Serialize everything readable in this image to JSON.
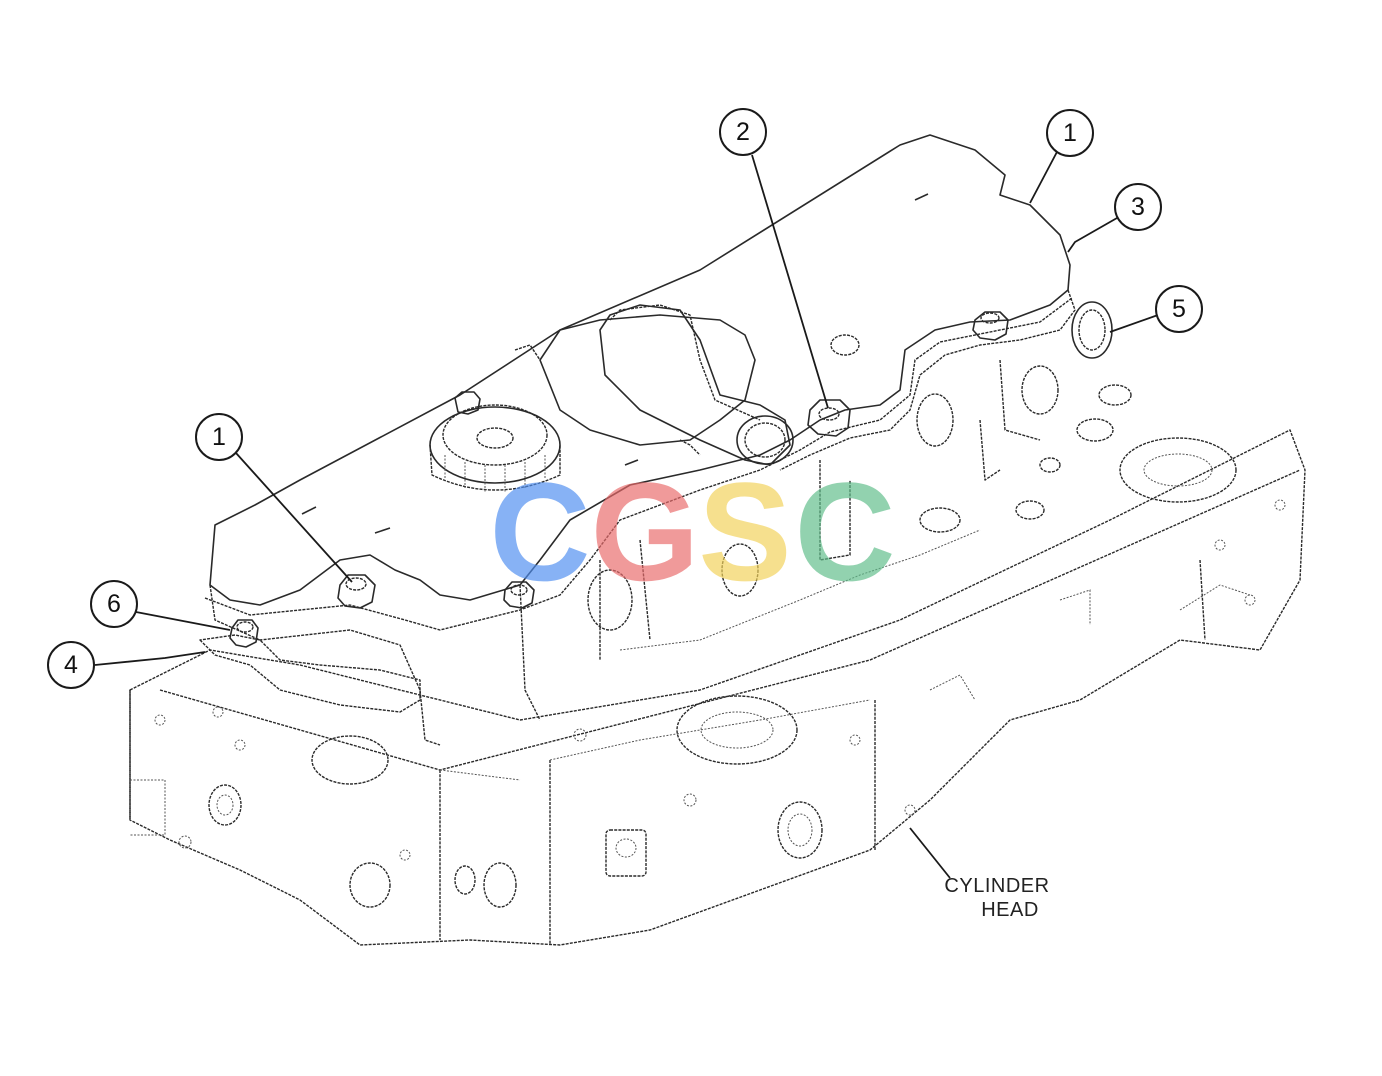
{
  "diagram": {
    "callouts": [
      {
        "id": "c1-top",
        "number": "1"
      },
      {
        "id": "c2",
        "number": "2"
      },
      {
        "id": "c3",
        "number": "3"
      },
      {
        "id": "c5",
        "number": "5"
      },
      {
        "id": "c1-left",
        "number": "1"
      },
      {
        "id": "c6",
        "number": "6"
      },
      {
        "id": "c4",
        "number": "4"
      }
    ],
    "labels": {
      "cylinder_head_line1": "CYLINDER",
      "cylinder_head_line2": "HEAD"
    },
    "watermark": {
      "text": "CGSC",
      "colors": [
        "#4f8ff0",
        "#e86a6a",
        "#f3d25a",
        "#5fbd8a"
      ]
    }
  }
}
